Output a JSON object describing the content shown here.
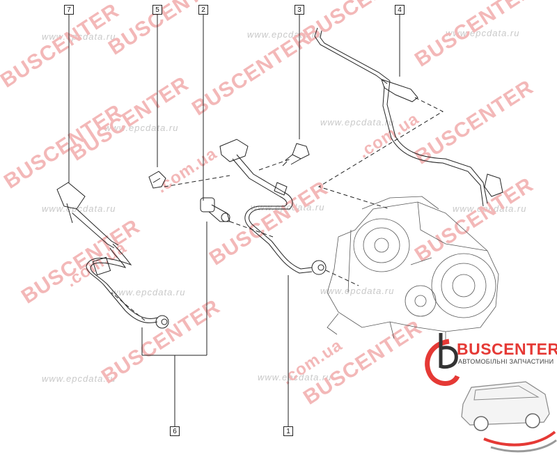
{
  "callouts": [
    {
      "id": "c1",
      "label": "1"
    },
    {
      "id": "c2",
      "label": "2"
    },
    {
      "id": "c3",
      "label": "3"
    },
    {
      "id": "c4",
      "label": "4"
    },
    {
      "id": "c5",
      "label": "5"
    },
    {
      "id": "c6",
      "label": "6"
    },
    {
      "id": "c7",
      "label": "7"
    }
  ],
  "watermark": {
    "brand_text": "BUSCENTER",
    "domain_text": ".com.ua",
    "site_text": "www.epcdata.ru"
  },
  "logo": {
    "name": "BUSCENTER",
    "tagline": "АВТОМОБІЛЬНІ ЗАПЧАСТИНИ",
    "icon": "minibus-logo-icon"
  },
  "colors": {
    "line": "#222222",
    "brand_red": "#e53935",
    "watermark_red": "#f3b8b8",
    "watermark_gray": "#c9c9c9"
  }
}
